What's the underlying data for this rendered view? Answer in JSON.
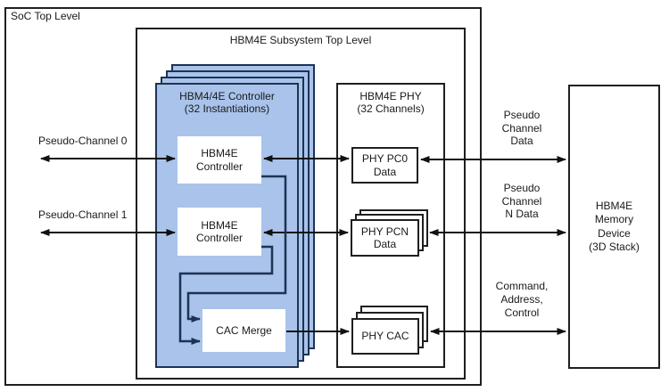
{
  "colors": {
    "background": "#ffffff",
    "box_border": "#1f1f1f",
    "controller_stack_fill": "#a9c3ea",
    "controller_stack_border": "#1d3354",
    "arrow": "#111111",
    "text": "#1a1a1a"
  },
  "soc_box": {
    "title": "SoC Top Level"
  },
  "subsystem_box": {
    "title": "HBM4E Subsystem Top Level"
  },
  "controller_stack": {
    "title": "HBM4/4E Controller\n(32 Instantiations)",
    "controller0_label": "HBM4E\nController",
    "controller1_label": "HBM4E\nController",
    "cac_merge_label": "CAC Merge"
  },
  "phy_box": {
    "title": "HBM4E PHY\n(32 Channels)",
    "pc0_label": "PHY PC0\nData",
    "pcn_label": "PHY PCN\nData",
    "cac_label": "PHY CAC"
  },
  "memory_box": {
    "label": "HBM4E\nMemory\nDevice\n(3D Stack)"
  },
  "channel_labels": {
    "pseudo_channel_0": "Pseudo-Channel 0",
    "pseudo_channel_1": "Pseudo-Channel 1",
    "pseudo_channel_data": "Pseudo\nChannel\nData",
    "pseudo_channel_n_data": "Pseudo\nChannel\nN Data",
    "command_address_control": "Command,\nAddress,\nControl"
  }
}
